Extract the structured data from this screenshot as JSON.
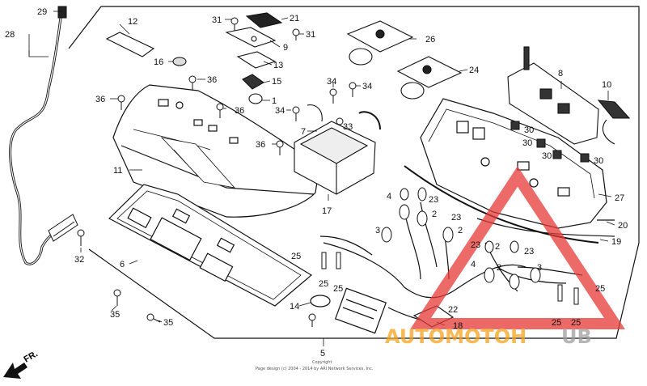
{
  "diagram": {
    "callouts": {
      "c1": "1",
      "c2a": "2",
      "c2b": "2",
      "c2c": "2",
      "c2d": "2",
      "c3a": "3",
      "c3b": "3",
      "c4a": "4",
      "c4b": "4",
      "c5": "5",
      "c6": "6",
      "c7": "7",
      "c8": "8",
      "c9": "9",
      "c10": "10",
      "c11": "11",
      "c12": "12",
      "c13": "13",
      "c14": "14",
      "c15": "15",
      "c16": "16",
      "c17": "17",
      "c18": "18",
      "c19": "19",
      "c20": "20",
      "c21": "21",
      "c22": "22",
      "c23a": "23",
      "c23b": "23",
      "c23c": "23",
      "c23d": "23",
      "c24": "24",
      "c25a": "25",
      "c25b": "25",
      "c25c": "25",
      "c25d": "25",
      "c25e": "25",
      "c25f": "25",
      "c26": "26",
      "c27": "27",
      "c28": "28",
      "c29": "29",
      "c30a": "30",
      "c30b": "30",
      "c30c": "30",
      "c30d": "30",
      "c31a": "31",
      "c31b": "31",
      "c32": "32",
      "c33": "33",
      "c34a": "34",
      "c34b": "34",
      "c34c": "34",
      "c35a": "35",
      "c35b": "35",
      "c36a": "36",
      "c36b": "36",
      "c36c": "36",
      "c36d": "36"
    },
    "direction_label": "FR.",
    "copyright_line1": "Copyright",
    "copyright_line2": "Page design (c) 2004 - 2014 by ARI Network Services, Inc."
  },
  "watermark": {
    "text": "AUTOMOTOHUB",
    "primary_color": "#e53935",
    "secondary_color": "#f6a21a",
    "tertiary_color": "#9e9e9e"
  }
}
